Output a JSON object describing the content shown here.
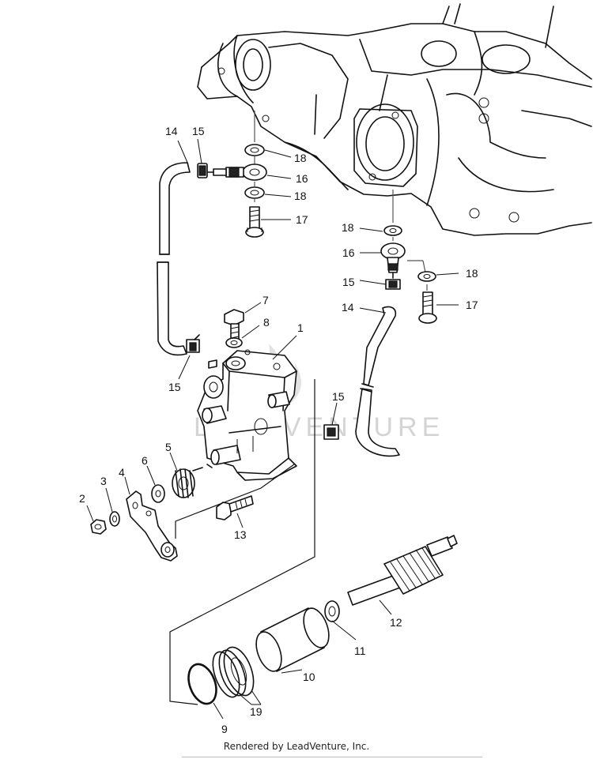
{
  "callouts": {
    "c1": "1",
    "c2": "2",
    "c3": "3",
    "c4": "4",
    "c5": "5",
    "c6": "6",
    "c7": "7",
    "c8": "8",
    "c9": "9",
    "c10": "10",
    "c11": "11",
    "c12": "12",
    "c13": "13",
    "c14_left": "14",
    "c14_right": "14",
    "c15_top": "15",
    "c15_left": "15",
    "c15_mid": "15",
    "c15_right": "15",
    "c16_left": "16",
    "c16_right": "16",
    "c17_left": "17",
    "c17_right": "17",
    "c18_a": "18",
    "c18_b": "18",
    "c18_c": "18",
    "c18_d": "18",
    "c19": "19"
  },
  "watermark": "LEADVENTURE",
  "footer": "Rendered by LeadVenture, Inc."
}
